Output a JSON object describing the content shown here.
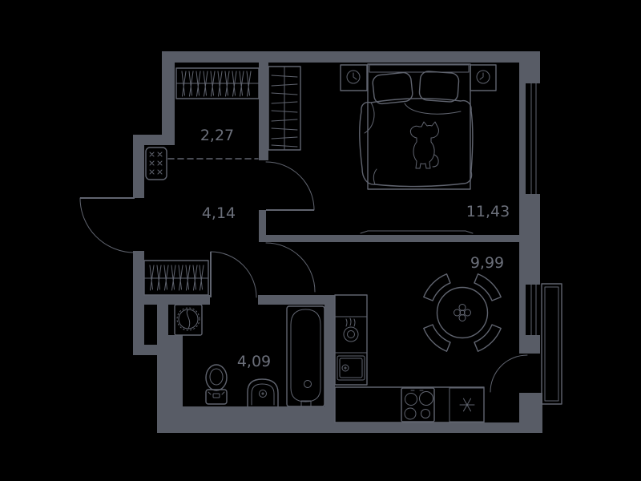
{
  "floorplan": {
    "kind": "apartment-floor-plan",
    "rooms": [
      {
        "key": "closet",
        "area": "2,27"
      },
      {
        "key": "hallway",
        "area": "4,14"
      },
      {
        "key": "bedroom",
        "area": "11,43"
      },
      {
        "key": "kitchen-living",
        "area": "9,99"
      },
      {
        "key": "bathroom",
        "area": "4,09"
      }
    ],
    "colors": {
      "background": "#000000",
      "wall": "#585c66",
      "line": "#60646f",
      "label": "#6b6f7a"
    },
    "icons": [
      "hanger-rail-icon",
      "shelf-rack-icon",
      "electrical-panel-icon",
      "double-bed-icon",
      "cat-blanket-icon",
      "nightstand-icon",
      "washing-machine-icon",
      "toilet-icon",
      "bathroom-sink-icon",
      "bathtub-icon",
      "kitchen-sink-icon",
      "kettle-icon",
      "stove-icon",
      "fridge-snowflake-icon",
      "dining-table-icon",
      "chair-icon",
      "flower-centerpiece-icon",
      "window-icon",
      "balcony-icon",
      "door-swing-icon"
    ]
  }
}
